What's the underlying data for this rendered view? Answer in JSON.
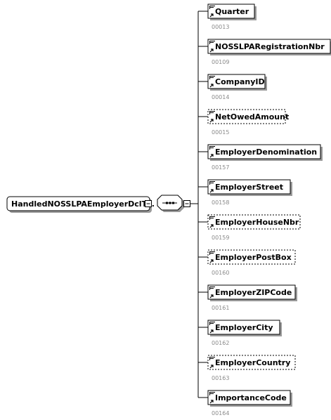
{
  "root": {
    "label": "HandledNOSSLPAEmployerDclT..."
  },
  "sequence": {
    "icon": "sequence-compositor-icon"
  },
  "elements": [
    {
      "name": "Quarter",
      "code": "00013",
      "optional": false
    },
    {
      "name": "NOSSLPARegistrationNbr",
      "code": "00109",
      "optional": false
    },
    {
      "name": "CompanyID",
      "code": "00014",
      "optional": false
    },
    {
      "name": "NetOwedAmount",
      "code": "00015",
      "optional": true
    },
    {
      "name": "EmployerDenomination",
      "code": "00157",
      "optional": false
    },
    {
      "name": "EmployerStreet",
      "code": "00158",
      "optional": false
    },
    {
      "name": "EmployerHouseNbr",
      "code": "00159",
      "optional": true
    },
    {
      "name": "EmployerPostBox",
      "code": "00160",
      "optional": true
    },
    {
      "name": "EmployerZIPCode",
      "code": "00161",
      "optional": false
    },
    {
      "name": "EmployerCity",
      "code": "00162",
      "optional": false
    },
    {
      "name": "EmployerCountry",
      "code": "00163",
      "optional": true
    },
    {
      "name": "ImportanceCode",
      "code": "00164",
      "optional": false
    }
  ],
  "colors": {
    "line": "#000000",
    "code": "#8a8a8a",
    "box_fill": "#ffffff",
    "shadow": "#9a9a9a"
  }
}
